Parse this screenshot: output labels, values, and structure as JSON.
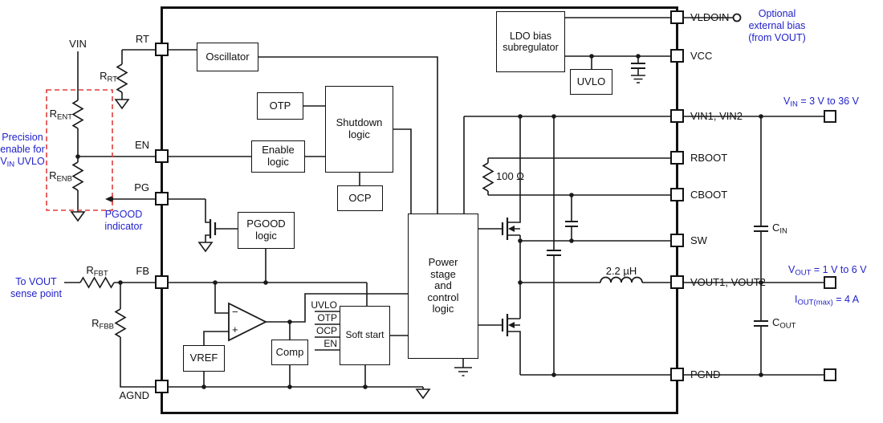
{
  "blocks": {
    "oscillator": "Oscillator",
    "otp": "OTP",
    "shutdown": "Shutdown logic",
    "enable": "Enable logic",
    "ocp": "OCP",
    "pgood": "PGOOD logic",
    "ldo": "LDO bias subregulator",
    "uvlo": "UVLO",
    "power_stage": "Power stage and control logic",
    "soft_start": "Soft start",
    "vref": "VREF",
    "comp": "Comp"
  },
  "pins": {
    "left": [
      "RT",
      "EN",
      "PG",
      "FB",
      "AGND"
    ],
    "right": [
      "VLDOIN",
      "VCC",
      "VIN1, VIN2",
      "RBOOT",
      "CBOOT",
      "SW",
      "VOUT1, VOUT2",
      "PGND"
    ]
  },
  "components": {
    "vin_label": "VIN",
    "r_rt": {
      "base": "R",
      "sub": "RT"
    },
    "r_ent": {
      "base": "R",
      "sub": "ENT"
    },
    "r_enb": {
      "base": "R",
      "sub": "ENB"
    },
    "r_fbt": {
      "base": "R",
      "sub": "FBT"
    },
    "r_fbb": {
      "base": "R",
      "sub": "FBB"
    },
    "c_in": {
      "base": "C",
      "sub": "IN"
    },
    "c_out": {
      "base": "C",
      "sub": "OUT"
    },
    "boot_resistor": "100 Ω",
    "inductor": "2.2 µH"
  },
  "soft_start_inputs": {
    "uvlo": "UVLO",
    "otp": "OTP",
    "ocp": "OCP",
    "en": "EN"
  },
  "opamp": {
    "minus": "−",
    "plus": "+"
  },
  "annotations": {
    "optional_bias": [
      "Optional",
      "external bias",
      "(from VOUT)"
    ],
    "precision_enable": {
      "line1": "Precision",
      "line2": "enable for",
      "line3_base": "V",
      "line3_sub": "IN",
      "line3_rest": " UVLO"
    },
    "pgood_indicator": [
      "PGOOD",
      "indicator"
    ],
    "vout_sense": [
      "To VOUT",
      "sense point"
    ],
    "vin_range": {
      "base": "V",
      "sub": "IN",
      "rest": " = 3 V to 36 V"
    },
    "vout_range": {
      "base": "V",
      "sub": "OUT",
      "rest": " = 1 V to 6 V"
    },
    "iout_max": {
      "base": "I",
      "sub": "OUT(max)",
      "rest": " = 4 A"
    }
  },
  "colors": {
    "annotation_blue": "#2222cc",
    "enable_box_red": "#e23b3b",
    "line": "#1a1a1a"
  }
}
